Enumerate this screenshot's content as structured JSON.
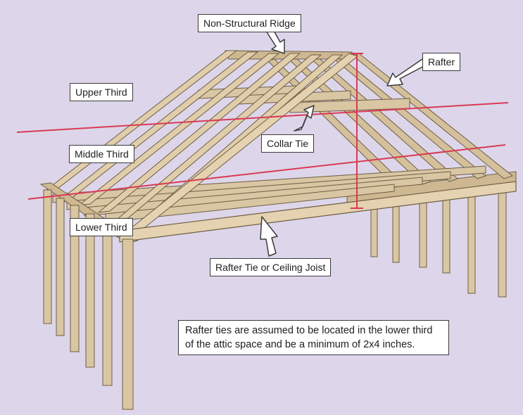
{
  "labels": {
    "ridge": "Non-Structural Ridge",
    "rafter": "Rafter",
    "upper_third": "Upper Third",
    "collar_tie": "Collar Tie",
    "middle_third": "Middle Third",
    "lower_third": "Lower Third",
    "rafter_tie": "Rafter Tie or Ceiling Joist"
  },
  "note": {
    "line1": "Rafter ties are assumed to be located in the lower third",
    "line2": "of the attic space and be a minimum of 2x4 inches."
  },
  "colors": {
    "background": "#ddd6ea",
    "lumber": "#d9c6a3",
    "lumber_dark": "#a58f6c",
    "lumber_edge": "#6e5d44",
    "guide_line": "#d93a55"
  },
  "icons": {
    "arrow": "callout-arrow-icon"
  }
}
